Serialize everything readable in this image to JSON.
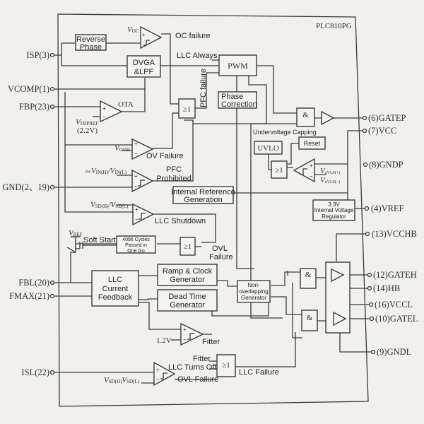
{
  "chip": {
    "name": "PLC810PG"
  },
  "pins_left": [
    {
      "label": "ISP(3)"
    },
    {
      "label": "VCOMP(1)"
    },
    {
      "label": "FBP(23)"
    },
    {
      "label": "GND(2、19)"
    },
    {
      "label": "FBL(20)"
    },
    {
      "label": "FMAX(21)"
    },
    {
      "label": "ISL(22)"
    }
  ],
  "pins_right": [
    {
      "label": "(6)GATEP"
    },
    {
      "label": "(7)VCC"
    },
    {
      "label": "(8)GNDP"
    },
    {
      "label": "(4)VREF"
    },
    {
      "label": "(13)VCCHB"
    },
    {
      "label": "(12)GATEH"
    },
    {
      "label": "(14)HB"
    },
    {
      "label": "(16)VCCL"
    },
    {
      "label": "(10)GATEL"
    },
    {
      "label": "(9)GNDL"
    }
  ],
  "blocks": {
    "reverse_phase": [
      "Reverse",
      "Phase"
    ],
    "dvga": [
      "DVGA",
      "&LPF"
    ],
    "pwm": "PWM",
    "phase_correction": [
      "Phase",
      "Correction"
    ],
    "uvlo": "UVLO",
    "reset": "Reset",
    "internal_ref": [
      "Internal Reference",
      "Generation"
    ],
    "regulator": [
      "3.3V",
      "Internal Voltage",
      "Regulator"
    ],
    "cycles": [
      "4096 Cycles",
      "Passed in",
      "One Go"
    ],
    "llc_feedback": [
      "LLC",
      "Current",
      "Feedback"
    ],
    "ramp_clock": [
      "Ramp & Clock",
      "Generator"
    ],
    "dead_time": [
      "Dead Time",
      "Generator"
    ],
    "non_overlap": [
      "Non-",
      "overlapping",
      "Generator"
    ]
  },
  "gates": {
    "or": "≥1",
    "and": "&"
  },
  "labels": {
    "voc": "V",
    "voc_sub": "OC",
    "oc_failure": "OC failure",
    "llc_always": "LLC Always",
    "pfc_failure": "PFC failure",
    "ota": "OTA",
    "vfbpref": "V",
    "vfbpref_sub": "FBPREF",
    "vfbpref_val": "(2.2V)",
    "vovh": "V",
    "vovh_sub": "OVH",
    "ov_failure": "OV Failure",
    "vin_prefix": "IN/",
    "vin": "V",
    "vin_sub1": "IN(H)",
    "vin_mid": "/V",
    "vin_sub2": "IN(L)",
    "pfc_prohibited": [
      "PFC",
      "Prohibited"
    ],
    "vsd": "V",
    "vsd_sub1": "SD(H)",
    "vsd_mid": "/V",
    "vsd_sub2": "SD(L)",
    "llc_shutdown": "LLC Shutdown",
    "vref": "V",
    "vref_sub": "REF",
    "soft_start": "Soft Start",
    "ovl_failure": [
      "OVL",
      "Failure"
    ],
    "undervoltage": "Undervoltage Capping",
    "vuvlo_p": "V",
    "vuvlo_p_sub": "uVL0(+)",
    "vuvlo_m": "V",
    "vuvlo_m_sub": "uVL0(−)",
    "v12": "1.2V",
    "fitter": "Fitter",
    "fitter2": "Fitter",
    "llc_turns_off": "LLC Turns Off",
    "ovl_failure2": "OVL Failure",
    "llc_failure": "LLC Failure",
    "vsd_isl": "V",
    "vsd_isl_sub1": "SD(H)",
    "vsd_isl_mid": "V",
    "vsd_isl_sub2": "SD(L)",
    "plus": "+",
    "minus": "−"
  }
}
